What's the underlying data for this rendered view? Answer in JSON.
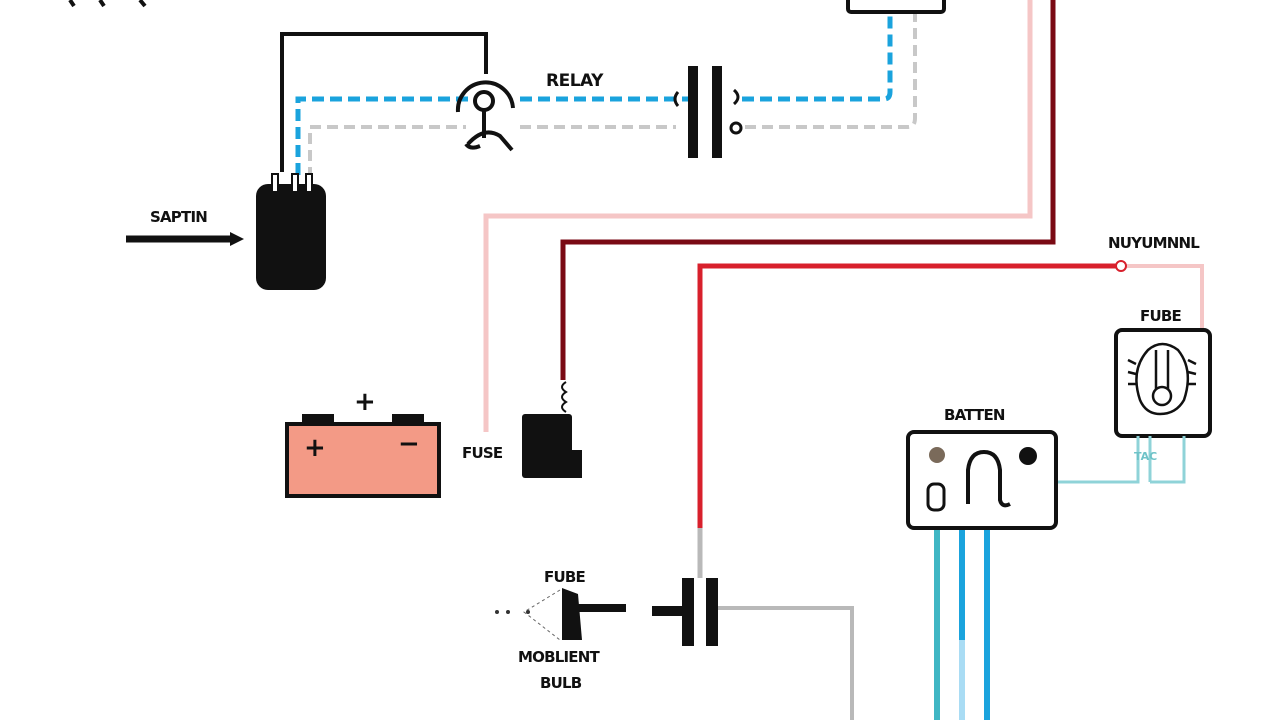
{
  "labels": {
    "relay": "RELAY",
    "switch": "SAPTIN",
    "fuse_mid": "FUSE",
    "fuse_right": "FUBE",
    "fuse_bottom": "FUBE",
    "battery_right": "BATTEN",
    "wire_right": "NUYUMNNL",
    "bulb_line1": "MOBLIENT",
    "bulb_line2": "BULB",
    "tiny_right": "TAC",
    "battery_plus_top": "+",
    "battery_plus": "+",
    "battery_minus": "−"
  },
  "colors": {
    "wire_black": "#111111",
    "wire_blue_dashed": "#1aa3dd",
    "wire_gray_dashed": "#c8c8c8",
    "wire_pink": "#f5c6c6",
    "wire_darkred": "#7a0a14",
    "wire_red": "#d8202c",
    "wire_teal": "#3fb6c4",
    "wire_lightblue": "#8fd3ef",
    "wire_gray": "#b9b9b9",
    "battery_fill": "#f39a86"
  }
}
